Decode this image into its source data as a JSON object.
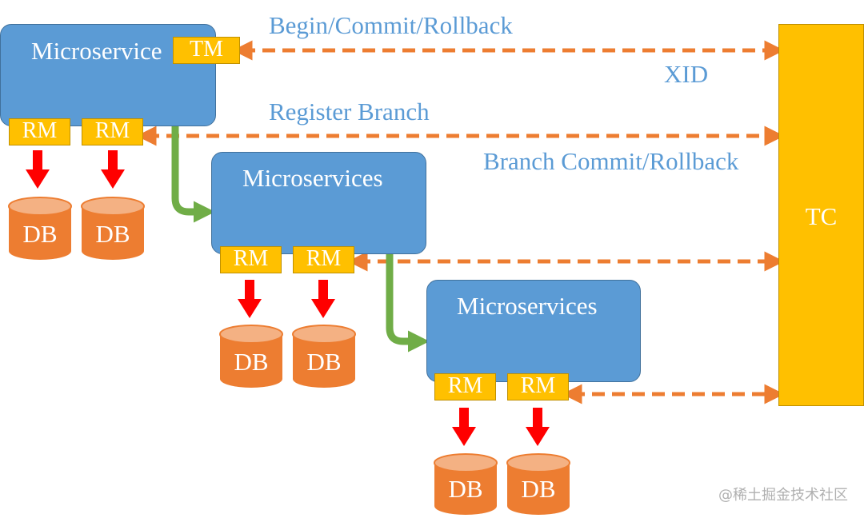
{
  "microservices": [
    {
      "label": "Microservice"
    },
    {
      "label": "Microservices"
    },
    {
      "label": "Microservices"
    }
  ],
  "tm_label": "TM",
  "rm_label": "RM",
  "db_label": "DB",
  "tc_label": "TC",
  "flows": {
    "begin_commit_rollback": "Begin/Commit/Rollback",
    "xid": "XID",
    "register_branch": "Register Branch",
    "branch_commit_rollback": "Branch Commit/Rollback"
  },
  "colors": {
    "microservice_fill": "#5b9bd5",
    "tag_fill": "#ffc000",
    "db_fill": "#ed7d31",
    "dashed_arrow": "#ed7d31",
    "call_arrow": "#70ad47",
    "db_arrow": "#ff0000",
    "label_text": "#5b9bd5"
  },
  "watermark": "@稀土掘金技术社区"
}
